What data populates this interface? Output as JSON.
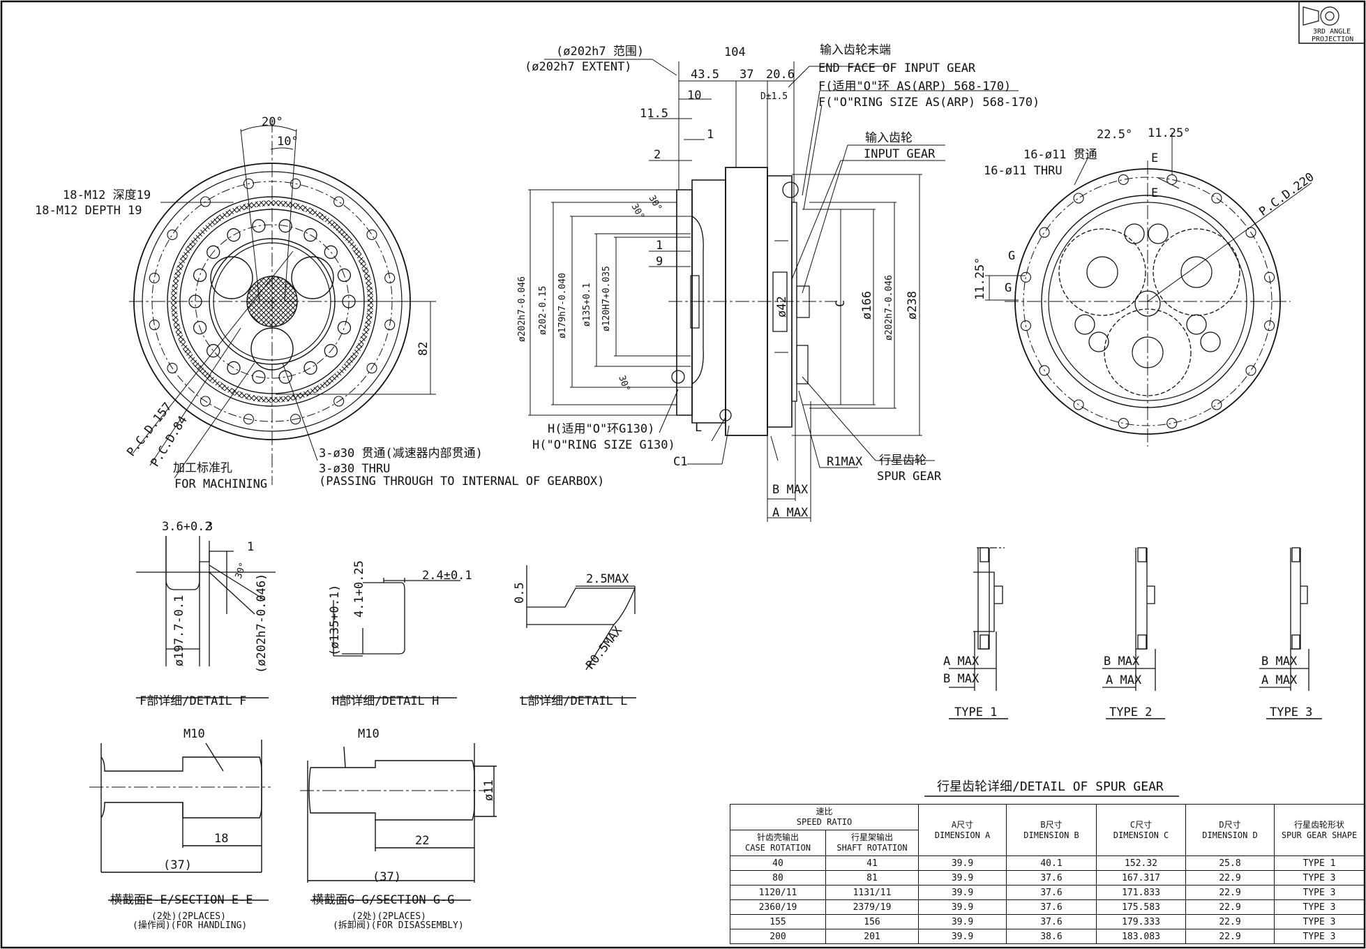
{
  "projection": {
    "label_line1": "3RD ANGLE",
    "label_line2": "PROJECTION"
  },
  "front_view": {
    "angle_20": "20°",
    "angle_10": "10°",
    "tap_cn": "18-M12 深度19",
    "tap_en": "18-M12 DEPTH 19",
    "pcd157": "P.C.D.157",
    "pcd84": "P.C.D.84",
    "dim82": "82",
    "machining_cn": "加工标准孔",
    "machining_en": "FOR MACHINING",
    "thru_cn": "3-ø30 贯通(减速器内部贯通)",
    "thru_en": "3-ø30 THRU",
    "thru_note": "(PASSING THROUGH TO INTERNAL OF GEARBOX)"
  },
  "side_view": {
    "extent_cn": "(ø202h7 范围)",
    "extent_en": "(ø202h7 EXTENT)",
    "d104": "104",
    "d43_5": "43.5",
    "d37": "37",
    "d20_6": "20.6",
    "d10": "10",
    "d_tol": "D±1.5",
    "d11_5": "11.5",
    "d1a": "1",
    "d2": "2",
    "a30a": "30°",
    "a30b": "30°",
    "a30c": "30°",
    "d1b": "1",
    "d9": "9",
    "dia202a": "ø202h7-0.046",
    "dia202b": "ø202-0.15",
    "dia179": "ø179h7-0.040",
    "dia135": "ø135+0.1",
    "dia120": "ø120H7+0.035",
    "dia42": "ø42",
    "dimC": "C",
    "dia166": "ø166",
    "dia202c": "ø202h7-0.046",
    "dia238": "ø238",
    "h_cn": "H(适用\"O\"环G130)",
    "h_en": "H(\"O\"RING SIZE G130)",
    "l_label": "L",
    "c1": "C1",
    "r1": "R1MAX",
    "b_max": "B MAX",
    "a_max": "A MAX",
    "end_cn": "输入齿轮末端",
    "end_en": "END FACE OF INPUT GEAR",
    "f_cn": "F(适用\"O\"环 AS(ARP) 568-170)",
    "f_en": "F(\"O\"RING SIZE AS(ARP) 568-170)",
    "input_cn": "输入齿轮",
    "input_en": "INPUT GEAR",
    "spur_cn": "行星齿轮",
    "spur_en": "SPUR GEAR"
  },
  "rear_view": {
    "a22_5": "22.5°",
    "a11_25a": "11.25°",
    "a11_25b": "11.25°",
    "holes_cn": "16-ø11 贯通",
    "holes_en": "16-ø11 THRU",
    "e1": "E",
    "e2": "E",
    "g1": "G",
    "g2": "G",
    "pcd220": "P.C.D.220"
  },
  "details": {
    "f_title": "F部详细/DETAIL F",
    "f_36": "3.6+0.2",
    "f_3": "3",
    "f_1": "1",
    "f_30": "30°",
    "f_197": "ø197.7-0.1",
    "f_202": "(ø202h7-0.046)",
    "h_title": "H部详细/DETAIL H",
    "h_24": "2.4±0.1",
    "h_41": "4.1+0.25",
    "h_135": "(ø135+0.1)",
    "l_title": "L部详细/DETAIL L",
    "l_05": "0.5",
    "l_25": "2.5MAX",
    "l_r05": "R0.5MAX"
  },
  "types": {
    "t1": "TYPE 1",
    "t2": "TYPE 2",
    "t3": "TYPE 3",
    "amax": "A MAX",
    "bmax": "B MAX"
  },
  "sections": {
    "e_m10": "M10",
    "e_18": "18",
    "e_37": "(37)",
    "e_title": "横截面E-E/SECTION E-E",
    "e_note1": "(2处)(2PLACES)",
    "e_note2": "(操作阀)(FOR HANDLING)",
    "g_m10": "M10",
    "g_22": "22",
    "g_37": "(37)",
    "g_11": "ø11",
    "g_title": "横截面G-G/SECTION G-G",
    "g_note1": "(2处)(2PLACES)",
    "g_note2": "(拆卸阀)(FOR DISASSEMBLY)"
  },
  "table": {
    "title": "行星齿轮详细/DETAIL OF SPUR GEAR",
    "h_ratio_cn": "速比",
    "h_ratio_en": "SPEED RATIO",
    "h_case_cn": "针齿壳输出",
    "h_case_en": "CASE ROTATION",
    "h_shaft_cn": "行星架输出",
    "h_shaft_en": "SHAFT ROTATION",
    "h_a_cn": "A尺寸",
    "h_a_en": "DIMENSION A",
    "h_b_cn": "B尺寸",
    "h_b_en": "DIMENSION B",
    "h_c_cn": "C尺寸",
    "h_c_en": "DIMENSION C",
    "h_d_cn": "D尺寸",
    "h_d_en": "DIMENSION D",
    "h_s_cn": "行星齿轮形状",
    "h_s_en": "SPUR GEAR SHAPE",
    "rows": [
      {
        "case": "40",
        "shaft": "41",
        "a": "39.9",
        "b": "40.1",
        "c": "152.32",
        "d": "25.8",
        "shape": "TYPE 1"
      },
      {
        "case": "80",
        "shaft": "81",
        "a": "39.9",
        "b": "37.6",
        "c": "167.317",
        "d": "22.9",
        "shape": "TYPE 3"
      },
      {
        "case": "1120/11",
        "shaft": "1131/11",
        "a": "39.9",
        "b": "37.6",
        "c": "171.833",
        "d": "22.9",
        "shape": "TYPE 3"
      },
      {
        "case": "2360/19",
        "shaft": "2379/19",
        "a": "39.9",
        "b": "37.6",
        "c": "175.583",
        "d": "22.9",
        "shape": "TYPE 3"
      },
      {
        "case": "155",
        "shaft": "156",
        "a": "39.9",
        "b": "37.6",
        "c": "179.333",
        "d": "22.9",
        "shape": "TYPE 3"
      },
      {
        "case": "200",
        "shaft": "201",
        "a": "39.9",
        "b": "38.6",
        "c": "183.083",
        "d": "22.9",
        "shape": "TYPE 3"
      }
    ]
  }
}
